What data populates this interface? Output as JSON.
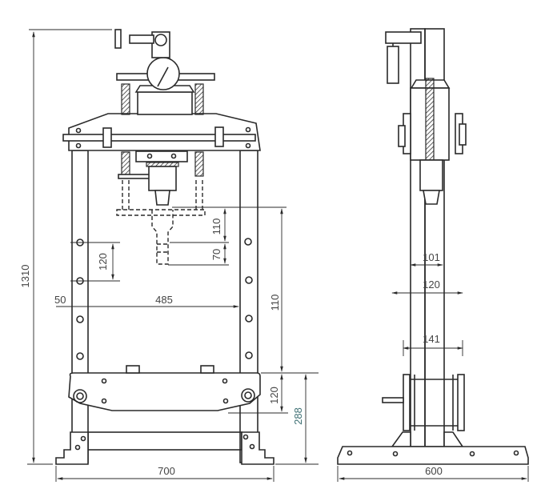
{
  "drawing": {
    "front_view": {
      "dimensions": {
        "total_height": "1310",
        "hole_spacing": "120",
        "ram_stroke": "110",
        "ram_extension": "70",
        "post_width": "50",
        "inner_width": "485",
        "working_height": "110",
        "bed_height": "120",
        "bed_to_floor": "288",
        "total_width": "700"
      }
    },
    "side_view": {
      "dimensions": {
        "column_depth_top": "101",
        "column_depth_mid": "120",
        "column_depth_bed": "141",
        "base_depth": "600"
      }
    },
    "colors": {
      "line": "#2a2a2a",
      "text": "#444444",
      "accent": "#3d6f73"
    }
  }
}
